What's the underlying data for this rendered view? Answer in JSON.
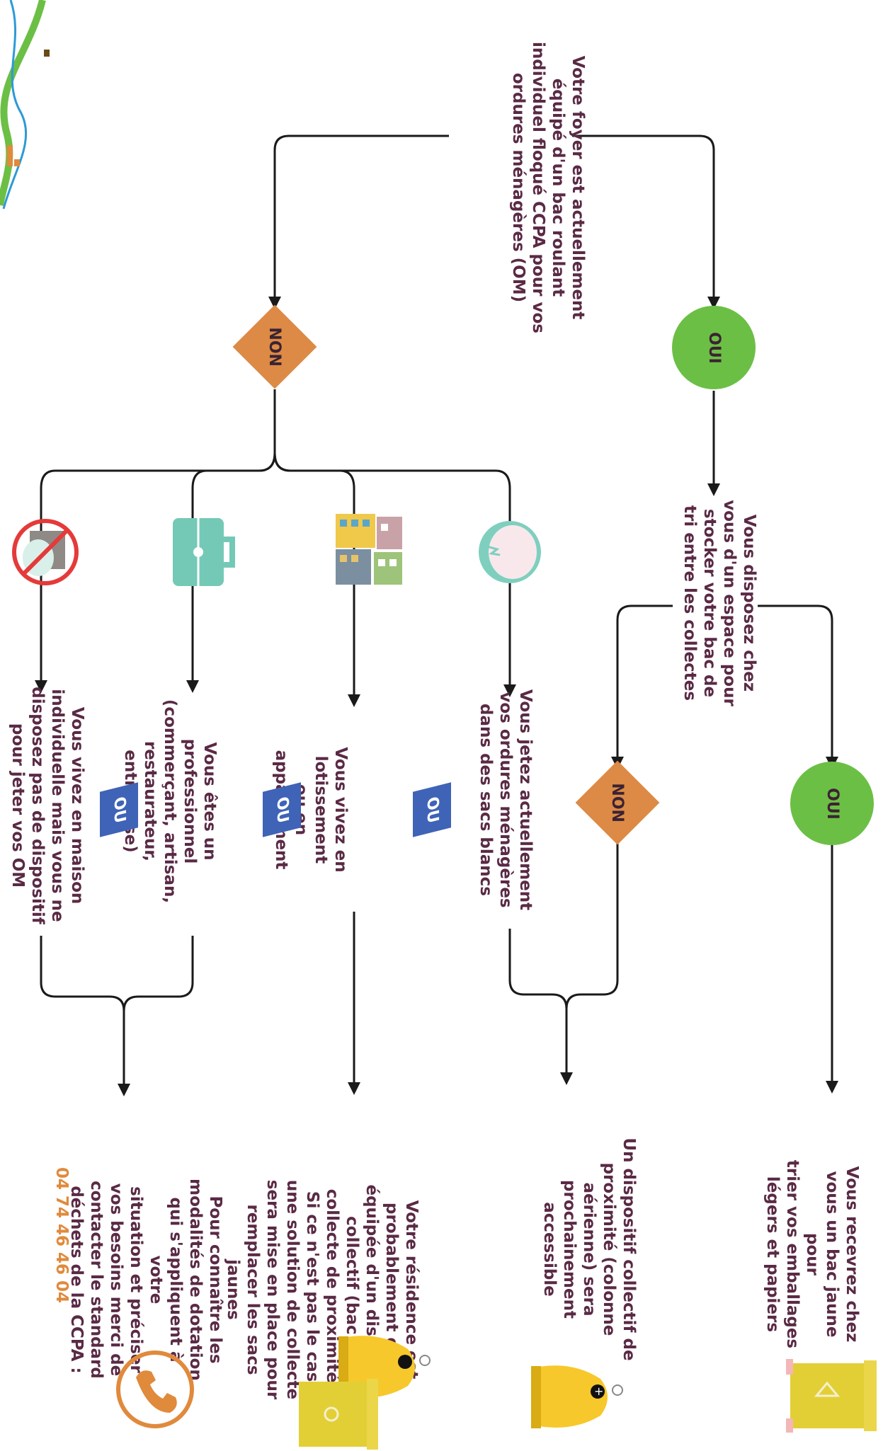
{
  "question": "Votre foyer est actuellement\néquipé d'un bac roulant\nindividuel floqué CCPA pour vos\nordures ménagères (OM)",
  "labels": {
    "oui": "OUI",
    "non": "NON",
    "ou": "OU"
  },
  "branch_oui": {
    "question": "Vous disposez chez\nvous d'un espace pour\nstocker votre bac de\ntri entre les collectes",
    "oui_result": "Vous recevrez chez\nvous un bac jaune pour\ntrier vos emballages\nlégers et papiers",
    "non_result": "Un dispositif collectif de\nproximité (colonne\naérienne) sera\nprochainement\naccessible"
  },
  "branch_non": {
    "case_sacs": "Vous jetez actuellement\nvos ordures ménagères\ndans des sacs blancs",
    "case_lotissement": "Vous vivez en\nlotissement ou en\nappartement",
    "case_pro": "Vous êtes un\nprofessionnel\n(commerçant, artisan,\nrestaurateur, entreprise)",
    "case_maison": "Vous vivez en maison\nindividuelle mais vous  ne\ndisposez pas de dispositif\npour jeter vos OM",
    "result_residence": "Votre résidence est\nprobablement déjà\néquipée d'un dispositif\ncollectif (bac ou\ncollecte de proximité)\nSi ce n'est pas le cas,\nune solution de collecte\nsera mise en place pour\nremplacer les sacs\njaunes",
    "result_contact": "Pour connaître les\nmodalités de dotation\nqui s'appliquent à votre\nsituation et préciser\nvos besoins merci de\ncontacter le standard\ndéchets de la CCPA :",
    "phone": "04 74 46 46 04"
  },
  "icons": [
    "logo-waves-icon",
    "trash-bag-icon",
    "buildings-icon",
    "briefcase-icon",
    "no-bin-icon",
    "yellow-bin-icon",
    "yellow-bell-container-icon",
    "phone-icon"
  ],
  "colors": {
    "oui": "#6cbf45",
    "non": "#dc8a45",
    "ou": "#3f63b6",
    "text": "#5a2a45",
    "phone": "#e08a3c",
    "yellow": "#f2c81e"
  }
}
